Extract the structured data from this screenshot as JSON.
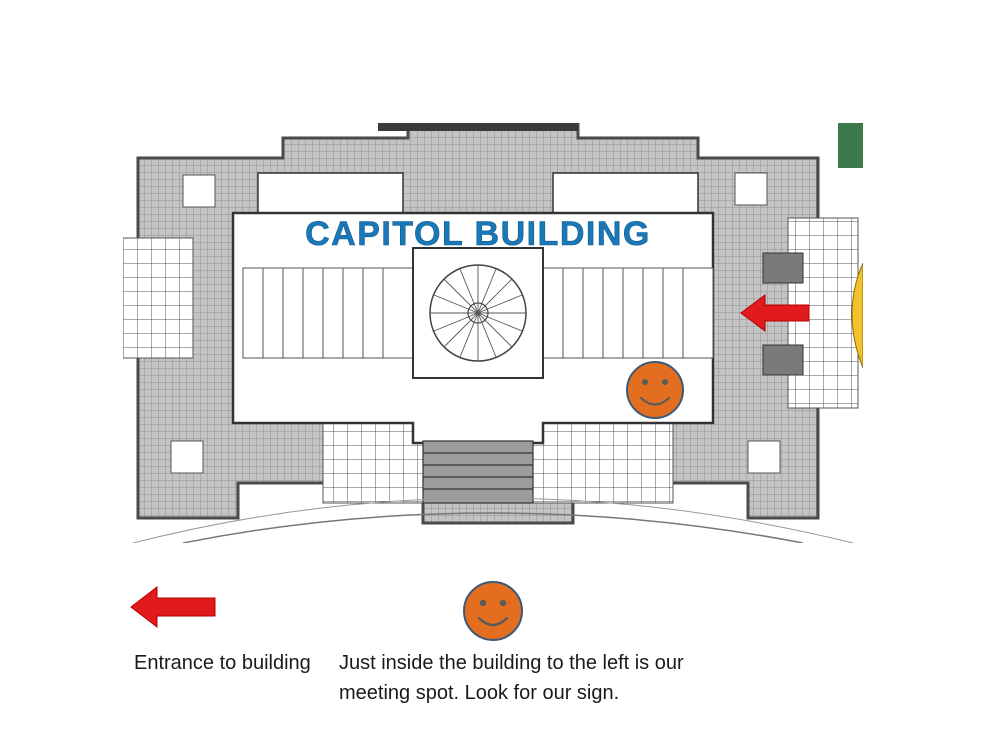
{
  "map": {
    "title": "CAPITOL BUILDING",
    "colors": {
      "wall": "#6b6b6b",
      "floor": "#b5b5b5",
      "grid": "#8a8a8a",
      "title": "#1b78b8",
      "arrow": "#e11b1b",
      "smiley_fill": "#e36e1f",
      "smiley_outline": "#3b5a7a",
      "lawn": "#f2c12e",
      "corner_green": "#3c7a4c"
    },
    "icons": {
      "entrance_marker": "red-arrow-left-icon",
      "meeting_marker": "smiley-face-icon"
    }
  },
  "legend": {
    "entrance_text": "Entrance to building",
    "meeting_text": "Just inside the building to the left is our meeting spot. Look for our sign."
  }
}
